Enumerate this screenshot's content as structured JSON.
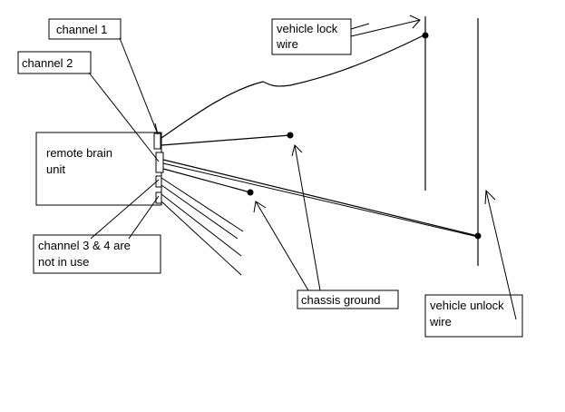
{
  "diagram": {
    "labels": {
      "channel1": "channel 1",
      "channel2": "channel 2",
      "remote_brain_line1": "remote brain",
      "remote_brain_line2": "unit",
      "channels_34_line1": "channel 3 & 4 are",
      "channels_34_line2": "not in use",
      "chassis_ground": "chassis ground",
      "vehicle_lock_line1": "vehicle lock",
      "vehicle_lock_line2": "wire",
      "vehicle_unlock_line1": "vehicle unlock",
      "vehicle_unlock_line2": "wire"
    }
  }
}
